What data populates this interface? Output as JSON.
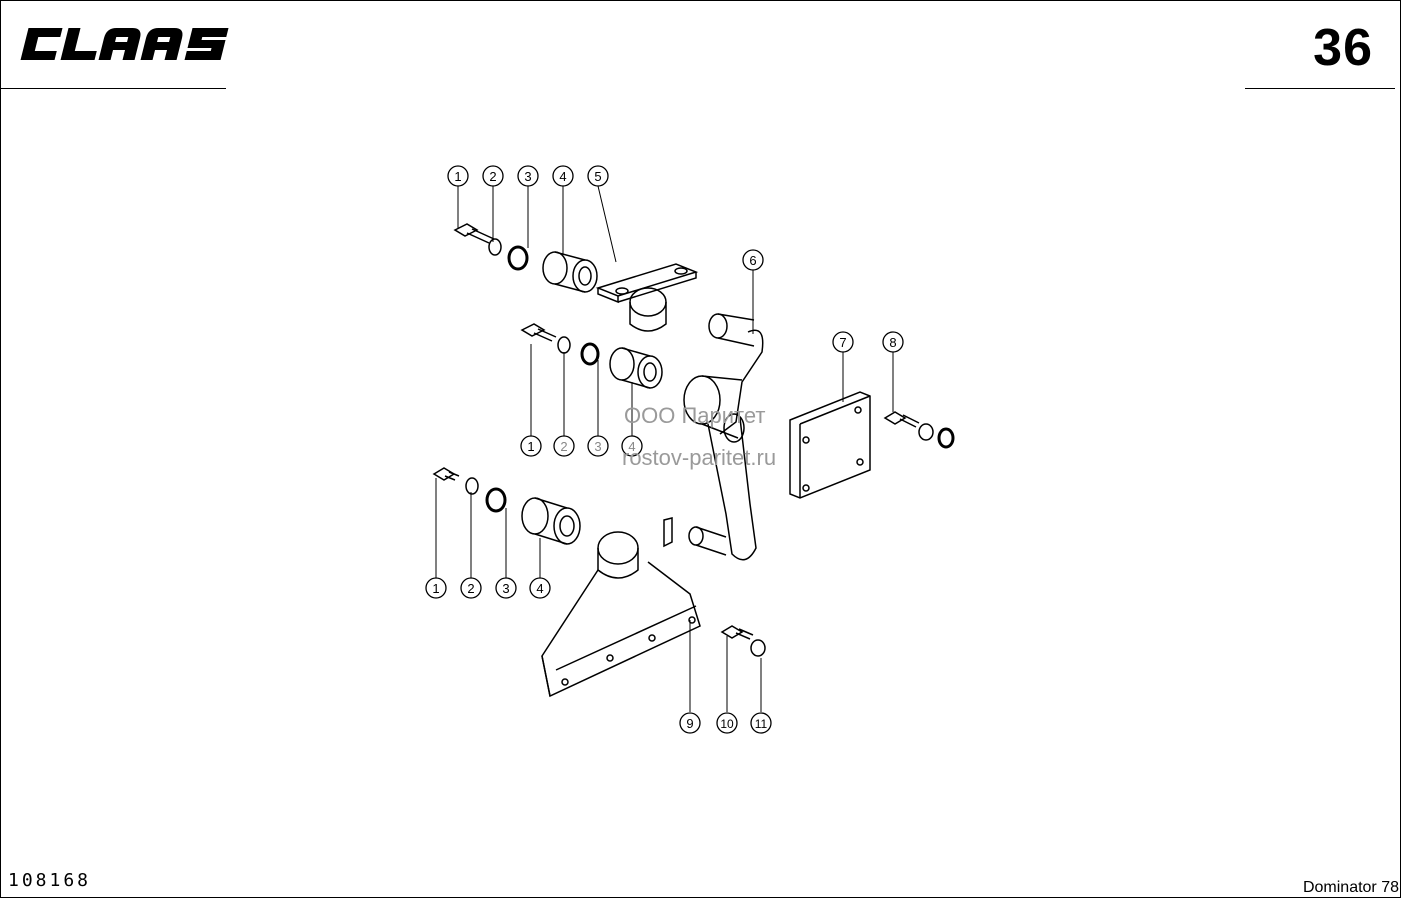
{
  "header": {
    "logo_text": "CLAAS",
    "page_number": "36"
  },
  "footer": {
    "drawing_id": "108168",
    "model": "Dominator 78"
  },
  "watermark": {
    "line1": "ООО Паритет",
    "line2": "rostov-paritet.ru"
  },
  "callouts": {
    "row1": [
      "1",
      "2",
      "3",
      "4",
      "5"
    ],
    "row2": [
      "1",
      "2",
      "3",
      "4"
    ],
    "row3": [
      "1",
      "2",
      "3",
      "4"
    ],
    "right": [
      "6",
      "7",
      "8"
    ],
    "bottom": [
      "9",
      "10",
      "11"
    ]
  }
}
